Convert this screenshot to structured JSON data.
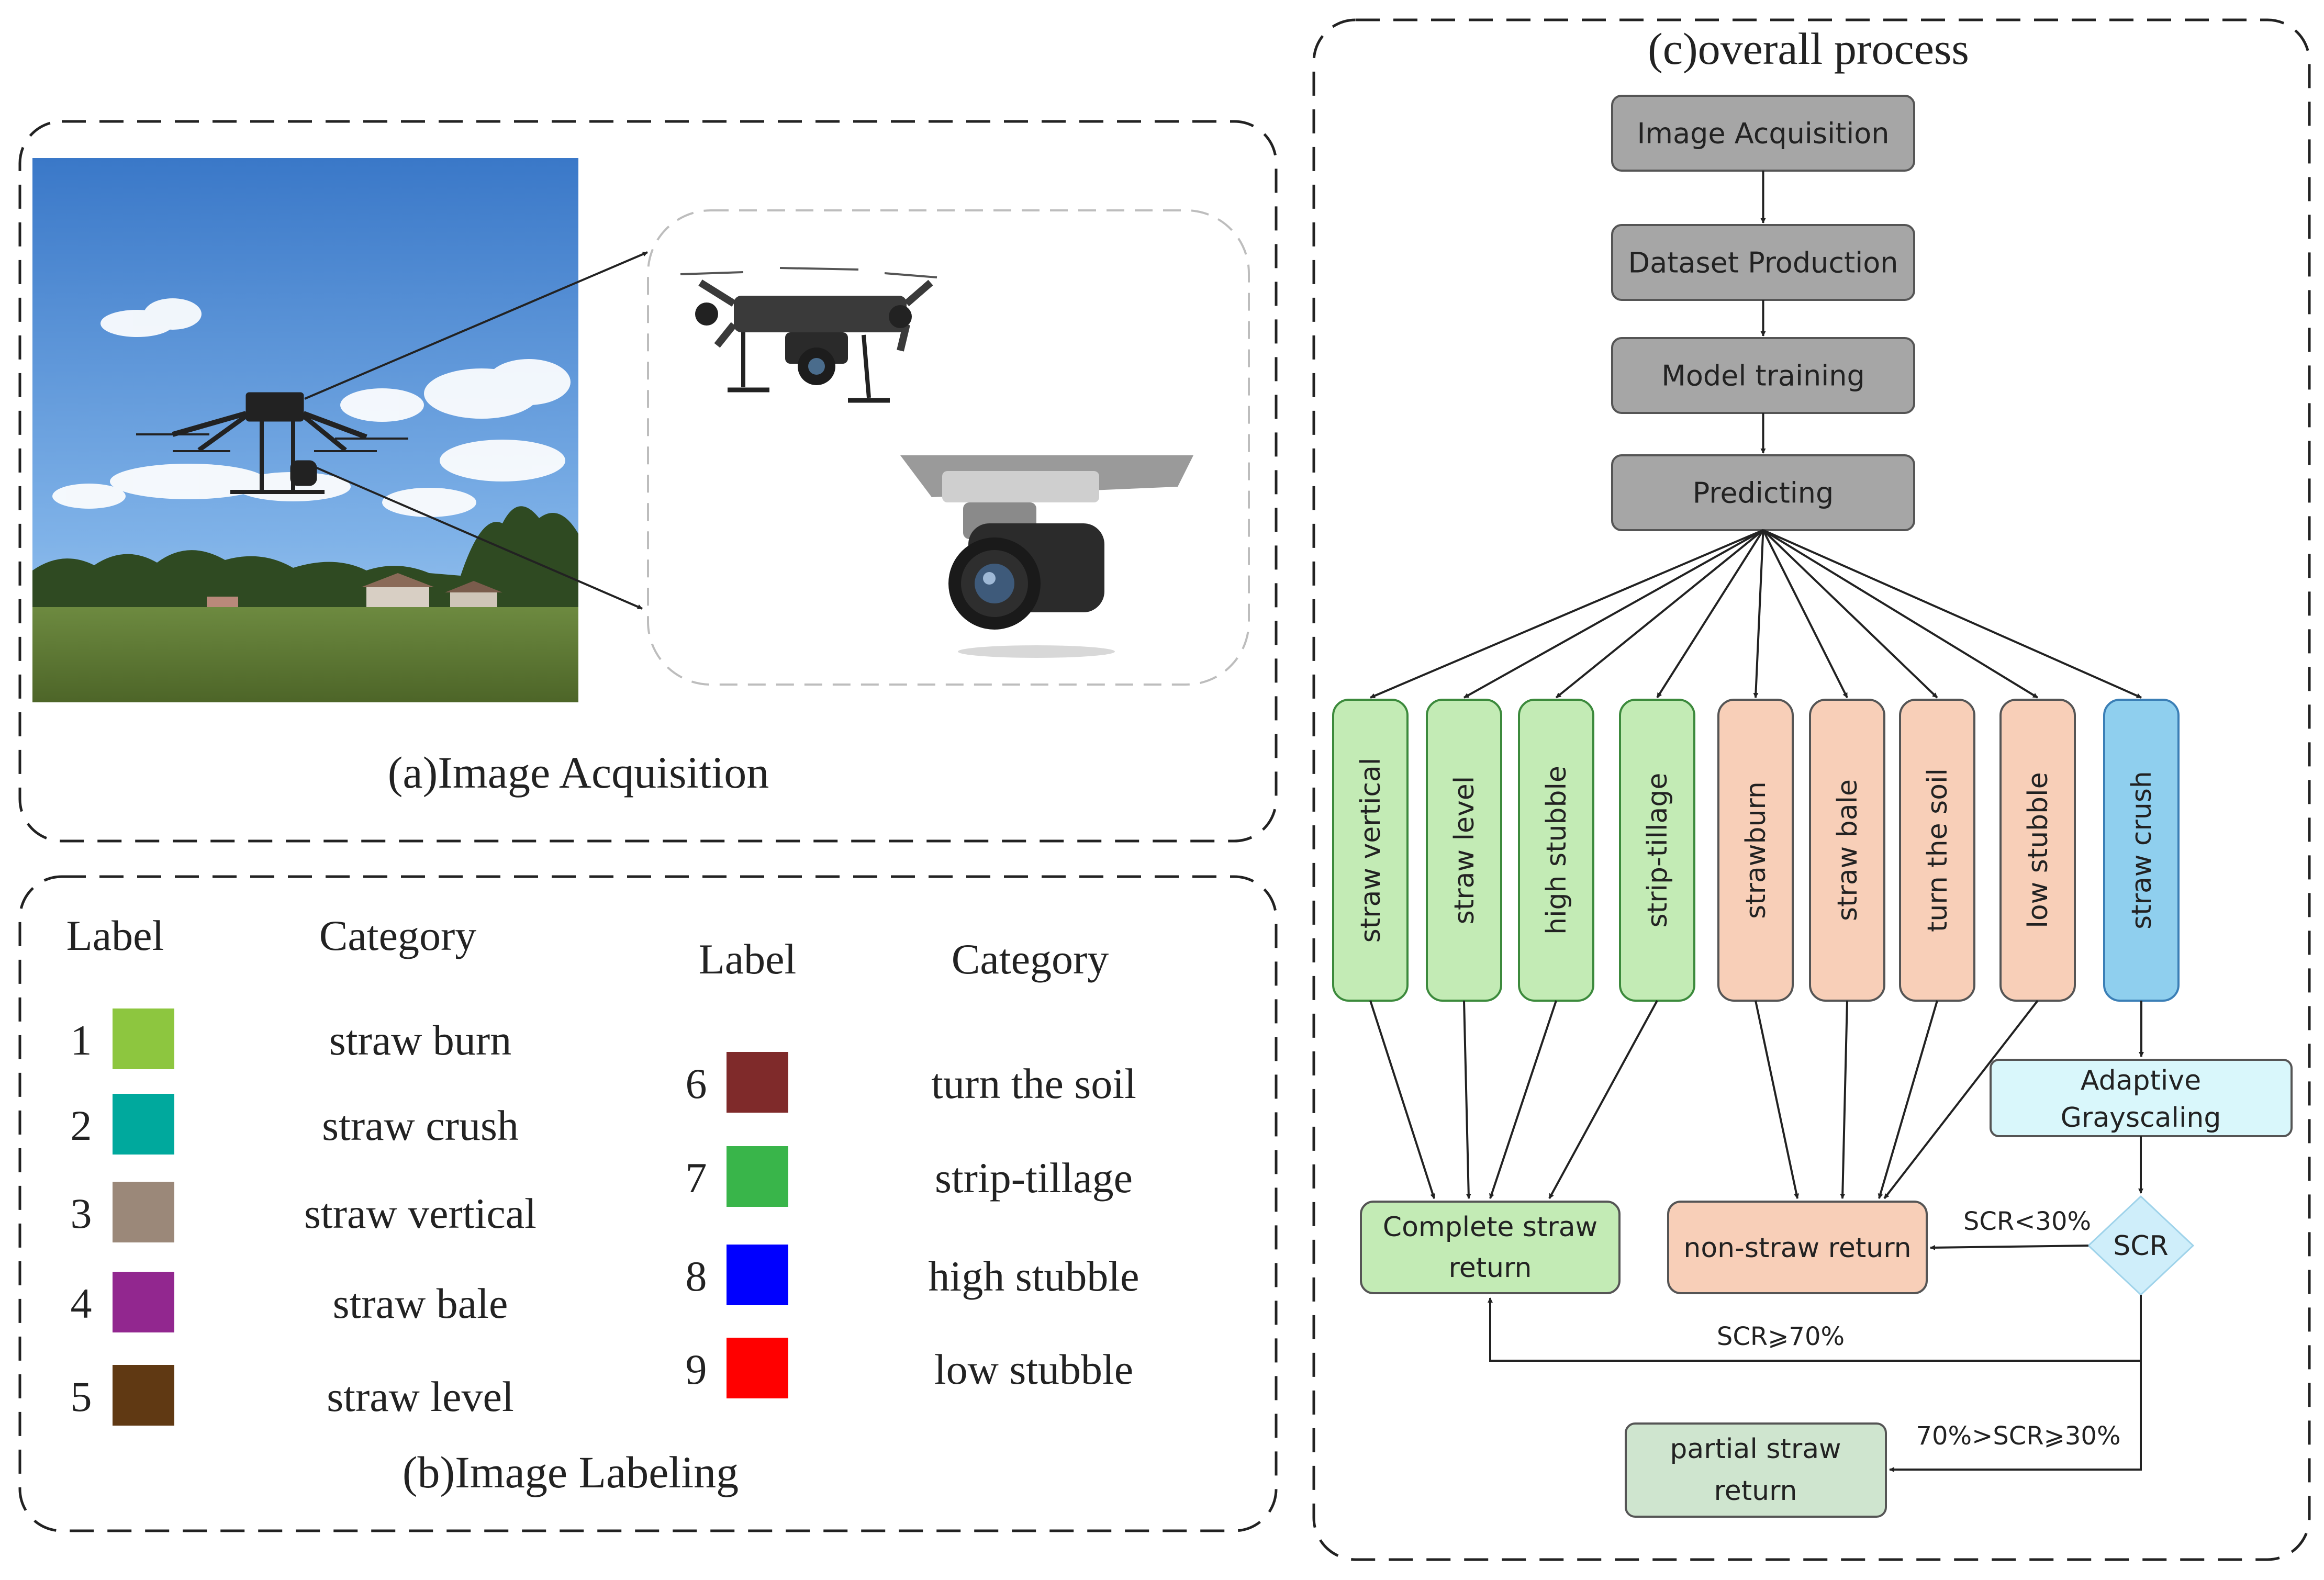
{
  "panel_a": {
    "caption": "(a)Image Acquisition"
  },
  "panel_b": {
    "caption": "(b)Image Labeling",
    "header_label": "Label",
    "header_category": "Category",
    "left_items": [
      {
        "num": "1",
        "color": "#8dc63f",
        "category": "straw burn"
      },
      {
        "num": "2",
        "color": "#00a99d",
        "category": "straw crush"
      },
      {
        "num": "3",
        "color": "#9b8879",
        "category": "straw vertical"
      },
      {
        "num": "4",
        "color": "#92278f",
        "category": "straw bale"
      },
      {
        "num": "5",
        "color": "#603913",
        "category": "straw level"
      }
    ],
    "right_items": [
      {
        "num": "6",
        "color": "#7f2a2a",
        "category": "turn the soil"
      },
      {
        "num": "7",
        "color": "#39b54a",
        "category": "strip-tillage"
      },
      {
        "num": "8",
        "color": "#0000ff",
        "category": "high stubble"
      },
      {
        "num": "9",
        "color": "#ff0000",
        "category": "low stubble"
      }
    ]
  },
  "panel_c": {
    "caption": "(c)overall process",
    "steps": [
      "Image Acquisition",
      "Dataset Production",
      "Model training",
      "Predicting"
    ],
    "classes": [
      {
        "label": "straw vertical",
        "group": "green"
      },
      {
        "label": "straw level",
        "group": "green"
      },
      {
        "label": "high stubble",
        "group": "green"
      },
      {
        "label": "strip-tillage",
        "group": "green"
      },
      {
        "label": "strawburn",
        "group": "orange"
      },
      {
        "label": "straw bale",
        "group": "orange"
      },
      {
        "label": "turn the soil",
        "group": "orange"
      },
      {
        "label": "low stubble",
        "group": "orange"
      },
      {
        "label": "straw crush",
        "group": "blue"
      }
    ],
    "adaptive_line1": "Adaptive",
    "adaptive_line2": "Grayscaling",
    "scr": "SCR",
    "complete_line1": "Complete straw",
    "complete_line2": "return",
    "nonstraw": "non-straw return",
    "partial_line1": "partial straw",
    "partial_line2": "return",
    "cond_low": "SCR<30%",
    "cond_high": "SCR⩾70%",
    "cond_mid": "70%>SCR⩾30%"
  },
  "colors": {
    "gray_box": "#a6a6a6",
    "green_box": "#c3ebb5",
    "orange_box": "#f8cfb8",
    "blue_box": "#8fcfee",
    "light_cyan": "#d9f7fb",
    "dark_green": "#cfe5cf"
  }
}
